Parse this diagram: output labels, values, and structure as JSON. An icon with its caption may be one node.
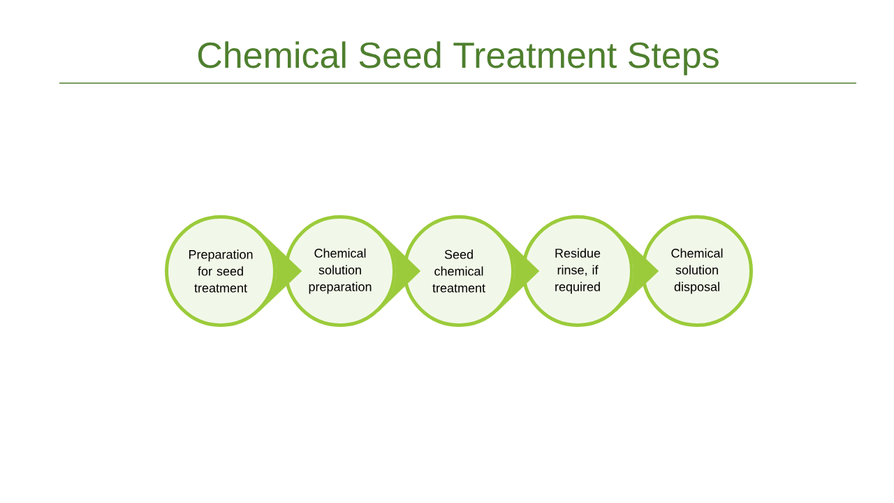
{
  "diagram": {
    "title": "Chemical Seed Treatment Steps",
    "nodes": [
      {
        "text": [
          "Preparation for seed treatment"
        ]
      },
      {
        "text": [
          "Chemical solution preparation"
        ]
      },
      {
        "text": [
          "Seed chemical treatment"
        ]
      },
      {
        "text": [
          "Residue rinse, if required"
        ]
      },
      {
        "text": [
          "Chemical solution disposal"
        ]
      }
    ],
    "edges": [
      {
        "from": 0,
        "to": 1,
        "arrow": "to"
      },
      {
        "from": 1,
        "to": 2,
        "arrow": "to"
      },
      {
        "from": 2,
        "to": 3,
        "arrow": "to"
      },
      {
        "from": 3,
        "to": 4,
        "arrow": "to"
      }
    ]
  }
}
